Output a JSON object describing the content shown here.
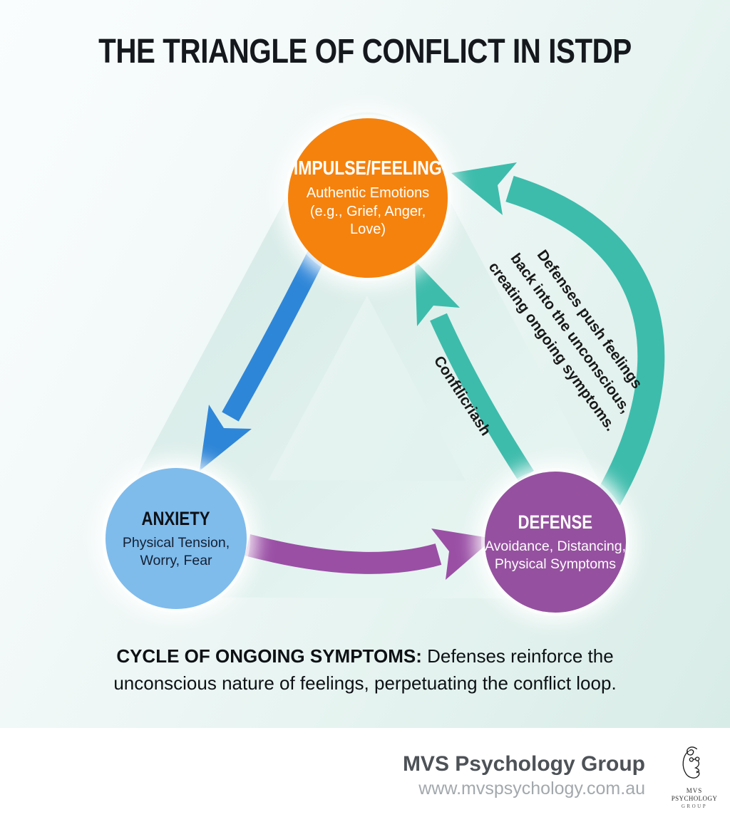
{
  "title": "THE TRIANGLE OF CONFLICT IN ISTDP",
  "nodes": {
    "impulse": {
      "label": "IMPULSE/FEELING",
      "sublabel": "Authentic Emotions (e.g., Grief, Anger, Love)"
    },
    "anxiety": {
      "label": "ANXIETY",
      "sublabel": "Physical Tension, Worry, Fear"
    },
    "defense": {
      "label": "DEFENSE",
      "sublabel": "Avoidance, Distancing, Physical Symptoms"
    }
  },
  "annotations": {
    "defense_to_impulse": {
      "lines": [
        "Defenses push feelings",
        "back into the unconscious,",
        "creating ongoing symptoms."
      ]
    },
    "conflict": {
      "text": "Conftlicriash"
    }
  },
  "caption": {
    "line1_bold": "CYCLE OF ONGOING SYMPTOMS:",
    "line1_rest": " Defenses reinforce the",
    "line2": "unconscious nature of feelings, perpetuating the conflict loop."
  },
  "footer": {
    "company": "MVS Psychology Group",
    "website": "www.mvspsychology.com.au",
    "logo": {
      "line1": "MVS",
      "line2": "PSYCHOLOGY",
      "line3": "GROUP"
    }
  },
  "colors": {
    "impulse": "#F5820D",
    "anxiety": "#7FBCEC",
    "defense": "#95519F",
    "arrow_blue": "#2E86D8",
    "arrow_purple": "#9A4FA5",
    "arrow_teal": "#3DBCAC",
    "band_fill": "rgba(215,237,232,0.35)",
    "background_top": "#F7FBFC",
    "background_mint": "#D8ECE7",
    "footer_background": "#FFFFFF"
  }
}
